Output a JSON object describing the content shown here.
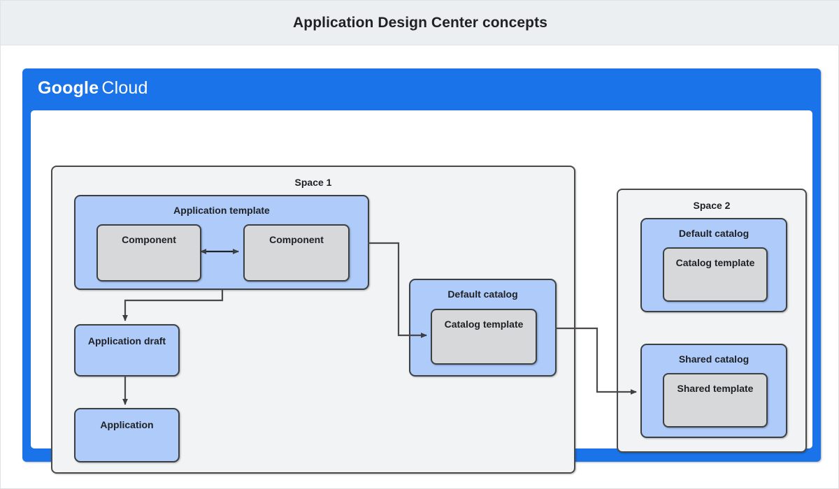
{
  "header": {
    "title": "Application Design Center concepts"
  },
  "cloud_panel": {
    "logo_primary": "Google",
    "logo_secondary": "Cloud"
  },
  "spaces": [
    {
      "id": "space-1",
      "label": "Space 1",
      "groups": [
        {
          "id": "application-template",
          "label": "Application template",
          "children": [
            {
              "id": "component-left",
              "label": "Component"
            },
            {
              "id": "component-right",
              "label": "Component"
            }
          ]
        },
        {
          "id": "default-catalog-space1",
          "label": "Default catalog",
          "children": [
            {
              "id": "catalog-template-space1",
              "label": "Catalog template"
            }
          ]
        }
      ],
      "nodes": [
        {
          "id": "application-draft",
          "label": "Application draft"
        },
        {
          "id": "application",
          "label": "Application"
        }
      ]
    },
    {
      "id": "space-2",
      "label": "Space 2",
      "groups": [
        {
          "id": "default-catalog-space2",
          "label": "Default catalog",
          "children": [
            {
              "id": "catalog-template-space2",
              "label": "Catalog template"
            }
          ]
        },
        {
          "id": "shared-catalog-space2",
          "label": "Shared catalog",
          "children": [
            {
              "id": "shared-template",
              "label": "Shared template"
            }
          ]
        }
      ]
    }
  ],
  "connections": [
    {
      "id": "component-to-component",
      "kind": "bidirectional"
    },
    {
      "id": "template-to-draft",
      "kind": "arrow"
    },
    {
      "id": "draft-to-application",
      "kind": "arrow"
    },
    {
      "id": "template-to-default-catalog",
      "kind": "arrow"
    },
    {
      "id": "default-catalog-to-shared-template",
      "kind": "arrow"
    }
  ],
  "colors": {
    "brand_blue": "#1a73e8",
    "group_blue": "#aecbfa",
    "inner_gray": "#d7d8da",
    "space_bg": "#f1f3f4",
    "header_bg": "#eceff1",
    "stroke": "#3c4043"
  }
}
